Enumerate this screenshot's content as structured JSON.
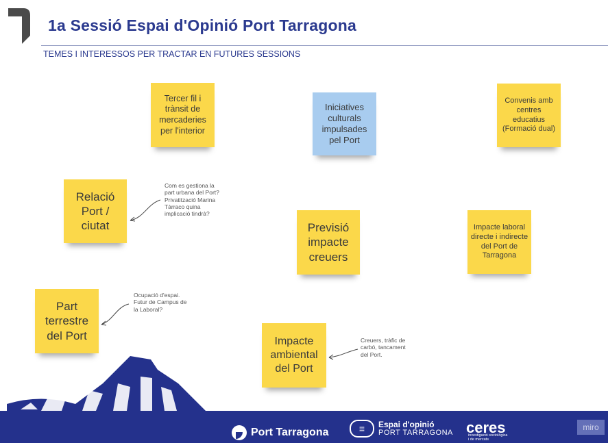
{
  "header": {
    "title": "1a Sessió Espai d'Opinió Port Tarragona",
    "subtitle": "TEMES I INTERESSOS PER TRACTAR EN FUTURES SESSIONS"
  },
  "notes": {
    "tercer_fil": "Tercer fil i trànsit de mercaderies per l'interior",
    "iniciatives": "Iniciatives culturals impulsades pel Port",
    "convenis": "Convenis amb centres educatius (Formació dual)",
    "relacio": "Relació Port / ciutat",
    "previsio": "Previsió impacte creuers",
    "impacte_laboral": "Impacte laboral directe i indirecte del Port de Tarragona",
    "part_terrestre": "Part terrestre del Port",
    "impacte_ambiental": "Impacte ambiental del Port"
  },
  "comments": {
    "relacio_l1": "Com es gestiona la",
    "relacio_l2": "part urbana del Port?",
    "relacio_l3": "Privatització Marina",
    "relacio_l4": "Tàrraco quina",
    "relacio_l5": "implicació tindrà?",
    "terrestre_l1": "Ocupació d'espai.",
    "terrestre_l2": "Futur de Campus de",
    "terrestre_l3": "la Laboral?",
    "ambiental_l1": "Creuers, tràfic de",
    "ambiental_l2": "carbó, tancament",
    "ambiental_l3": "del Port."
  },
  "footer": {
    "port_tarragona": "Port Tarragona",
    "espai_line1": "Espai d'opinió",
    "espai_line2": "PORT TARRAGONA",
    "ceres": "ceres",
    "ceres_sub1": "investigació sociològica",
    "ceres_sub2": "i de mercats",
    "miro": "miro"
  },
  "colors": {
    "title_blue": "#2b3a8f",
    "note_yellow": "#fbd84a",
    "note_blue": "#a8ccef",
    "footer_blue": "#24318c"
  }
}
